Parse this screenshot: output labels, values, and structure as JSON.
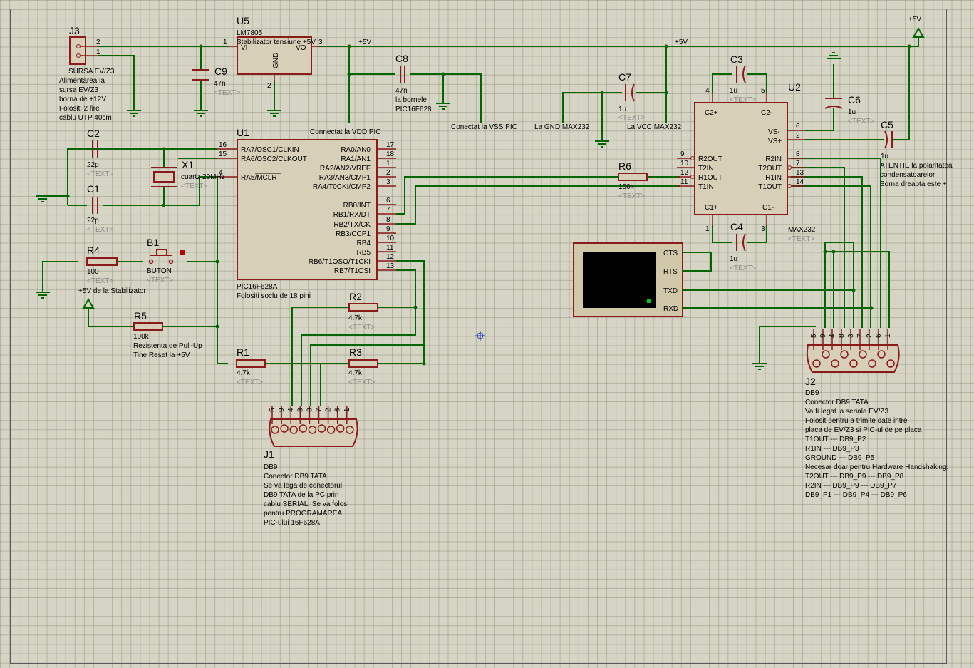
{
  "power": {
    "vcc_top": "+5V",
    "net1": "+5V",
    "net2": "+5V"
  },
  "j3": {
    "ref": "J3",
    "pin2": "2",
    "pin1": "1",
    "n1": "SURSA EV/Z3",
    "n2": "Alimentarea la",
    "n3": "sursa EV/Z3",
    "n4": "borna de +12V",
    "n5": "Folositi 2 fire",
    "n6": "cablu UTP 40cm"
  },
  "u5": {
    "ref": "U5",
    "part": "LM7805",
    "desc": "Stabilizator tensiune +5V",
    "vi": "VI",
    "vo": "VO",
    "gnd": "GND",
    "p1": "1",
    "p3": "3",
    "p2": "2"
  },
  "c9": {
    "ref": "C9",
    "val": "47n",
    "txt": "<TEXT>"
  },
  "c8": {
    "ref": "C8",
    "val": "47n",
    "n1": "la bornele",
    "n2": "PIC16F628"
  },
  "notes": {
    "vdd": "Connectat la VDD PIC",
    "vss": "Conectat la VSS PIC",
    "gnd_max": "La GND MAX232",
    "vcc_max": "La VCC MAX232",
    "polar1": "ATENTIE la polaritatea",
    "polar2": "condensatoarelor",
    "polar3": "Borna dreapta este +"
  },
  "c7": {
    "ref": "C7",
    "val": "1u",
    "txt": "<TEXT>"
  },
  "c3": {
    "ref": "C3",
    "val": "1u",
    "txt": "<TEXT>"
  },
  "c4": {
    "ref": "C4",
    "val": "1u",
    "txt": "<TEXT>"
  },
  "c6": {
    "ref": "C6",
    "val": "1u",
    "txt": "<TEXT>"
  },
  "c5": {
    "ref": "C5",
    "val": "1u"
  },
  "c2": {
    "ref": "C2",
    "val": "22p",
    "txt": "<TEXT>"
  },
  "c1": {
    "ref": "C1",
    "val": "22p",
    "txt": "<TEXT>"
  },
  "x1": {
    "ref": "X1",
    "val": "cuartz 20MHz",
    "txt": "<TEXT>"
  },
  "r4": {
    "ref": "R4",
    "val": "100",
    "txt": "<TEXT>",
    "note": "+5V de la Stabilizator"
  },
  "b1": {
    "ref": "B1",
    "val": "BUTON",
    "txt": "<TEXT>"
  },
  "r5": {
    "ref": "R5",
    "val": "100k",
    "n1": "Rezistenta de Pull-Up",
    "n2": "Tine Reset la +5V"
  },
  "r1": {
    "ref": "R1",
    "val": "4.7k",
    "txt": "<TEXT>"
  },
  "r2": {
    "ref": "R2",
    "val": "4.7k",
    "txt": "<TEXT>"
  },
  "r3": {
    "ref": "R3",
    "val": "4.7k",
    "txt": "<TEXT>"
  },
  "r6": {
    "ref": "R6",
    "val": "100k",
    "txt": "<TEXT>"
  },
  "u1": {
    "ref": "U1",
    "part": "PIC16F628A",
    "note": "Folositi soclu de 18 pini",
    "left": [
      {
        "pin": "16",
        "name": "RA7/OSC1/CLKIN"
      },
      {
        "pin": "15",
        "name": "RA6/OSC2/CLKOUT"
      },
      {
        "pin": "4",
        "name": "RA5/MCLR"
      }
    ],
    "right": [
      {
        "pin": "17",
        "name": "RA0/AN0"
      },
      {
        "pin": "18",
        "name": "RA1/AN1"
      },
      {
        "pin": "1",
        "name": "RA2/AN2/VREF"
      },
      {
        "pin": "2",
        "name": "RA3/AN3/CMP1"
      },
      {
        "pin": "3",
        "name": "RA4/T0CKI/CMP2"
      },
      {
        "pin": "6",
        "name": "RB0/INT"
      },
      {
        "pin": "7",
        "name": "RB1/RX/DT"
      },
      {
        "pin": "8",
        "name": "RB2/TX/CK"
      },
      {
        "pin": "9",
        "name": "RB3/CCP1"
      },
      {
        "pin": "10",
        "name": "RB4"
      },
      {
        "pin": "11",
        "name": "RB5"
      },
      {
        "pin": "12",
        "name": "RB6/T1OSO/T1CKI"
      },
      {
        "pin": "13",
        "name": "RB7/T1OSI"
      }
    ]
  },
  "u2": {
    "ref": "U2",
    "part": "MAX232",
    "txt": "<TEXT>",
    "c2p": "C2+",
    "c2m": "C2-",
    "c1p": "C1+",
    "c1m": "C1-",
    "vsm": "VS-",
    "vsp": "VS+",
    "p4": "4",
    "p5": "5",
    "p1": "1",
    "p3": "3",
    "p6": "6",
    "p2": "2",
    "left": [
      {
        "pin": "9",
        "name": "R2OUT"
      },
      {
        "pin": "10",
        "name": "T2IN"
      },
      {
        "pin": "12",
        "name": "R1OUT"
      },
      {
        "pin": "11",
        "name": "T1IN"
      }
    ],
    "right": [
      {
        "pin": "8",
        "name": "R2IN"
      },
      {
        "pin": "7",
        "name": "T2OUT"
      },
      {
        "pin": "13",
        "name": "R1IN"
      },
      {
        "pin": "14",
        "name": "T1OUT"
      }
    ]
  },
  "terminal": {
    "cts": "CTS",
    "rts": "RTS",
    "txd": "TXD",
    "rxd": "RXD"
  },
  "j1": {
    "ref": "J1",
    "pins": [
      "5",
      "9",
      "4",
      "8",
      "3",
      "7",
      "2",
      "6",
      "1"
    ],
    "n0": "DB9",
    "n1": "Conector DB9 TATA",
    "n2": "Se va lega de conectorul",
    "n3": "DB9 TATA de la PC prin",
    "n4": "cablu SERIAL. Se va folosi",
    "n5": "pentru PROGRAMAREA",
    "n6": "PIC-ului 16F628A"
  },
  "j2": {
    "ref": "J2",
    "pins": [
      "5",
      "9",
      "4",
      "8",
      "3",
      "7",
      "2",
      "6",
      "1"
    ],
    "n0": "DB9",
    "n1": "Conector DB9 TATA",
    "n2": "Va fi legat la seriala EV/Z3",
    "n3": "Folosit pentru a trimite date intre",
    "n4": "placa de EV/Z3 si PIC-ul de pe placa",
    "n5": "T1OUT --- DB9_P2",
    "n6": "R1IN --- DB9_P3",
    "n7": "GROUND --- DB9_P5",
    "n8": "Necesar doar pentru Hardware Handshaking:",
    "n9": "T2OUT --- DB9_P9 --- DB9_P8",
    "n10": "R2IN --- DB9_P9 --- DB9_P7",
    "n11": "DB9_P1 --- DB9_P4 --- DB9_P6"
  }
}
